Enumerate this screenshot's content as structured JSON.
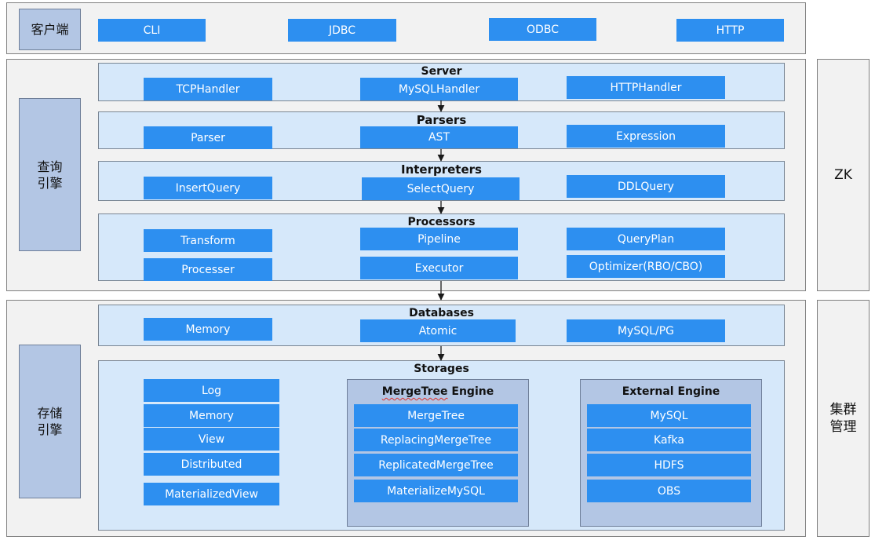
{
  "client": {
    "label": "客户端",
    "items": [
      "CLI",
      "JDBC",
      "ODBC",
      "HTTP"
    ]
  },
  "query_engine": {
    "label": "查询\n引擎",
    "server": {
      "title": "Server",
      "items": [
        "TCPHandler",
        "MySQLHandler",
        "HTTPHandler"
      ]
    },
    "parsers": {
      "title": "Parsers",
      "items": [
        "Parser",
        "AST",
        "Expression"
      ]
    },
    "interpreters": {
      "title": "Interpreters",
      "items": [
        "InsertQuery",
        "SelectQuery",
        "DDLQuery"
      ]
    },
    "processors": {
      "title": "Processors",
      "items": [
        "Transform",
        "Pipeline",
        "QueryPlan",
        "Processer",
        "Executor",
        "Optimizer(RBO/CBO)"
      ]
    }
  },
  "storage_engine": {
    "label": "存储\n引擎",
    "databases": {
      "title": "Databases",
      "items": [
        "Memory",
        "Atomic",
        "MySQL/PG"
      ]
    },
    "storages": {
      "title": "Storages",
      "basic": [
        "Log",
        "Memory",
        "View",
        "Distributed",
        "MaterializedView"
      ],
      "mergetree": {
        "title_main": "MergeTree",
        "title_rest": " Engine",
        "items": [
          "MergeTree",
          "ReplacingMergeTree",
          "ReplicatedMergeTree",
          "MaterializeMySQL"
        ]
      },
      "external": {
        "title": "External Engine",
        "items": [
          "MySQL",
          "Kafka",
          "HDFS",
          "OBS"
        ]
      }
    }
  },
  "right": {
    "zk": "ZK",
    "cluster": "集群\n管理"
  }
}
